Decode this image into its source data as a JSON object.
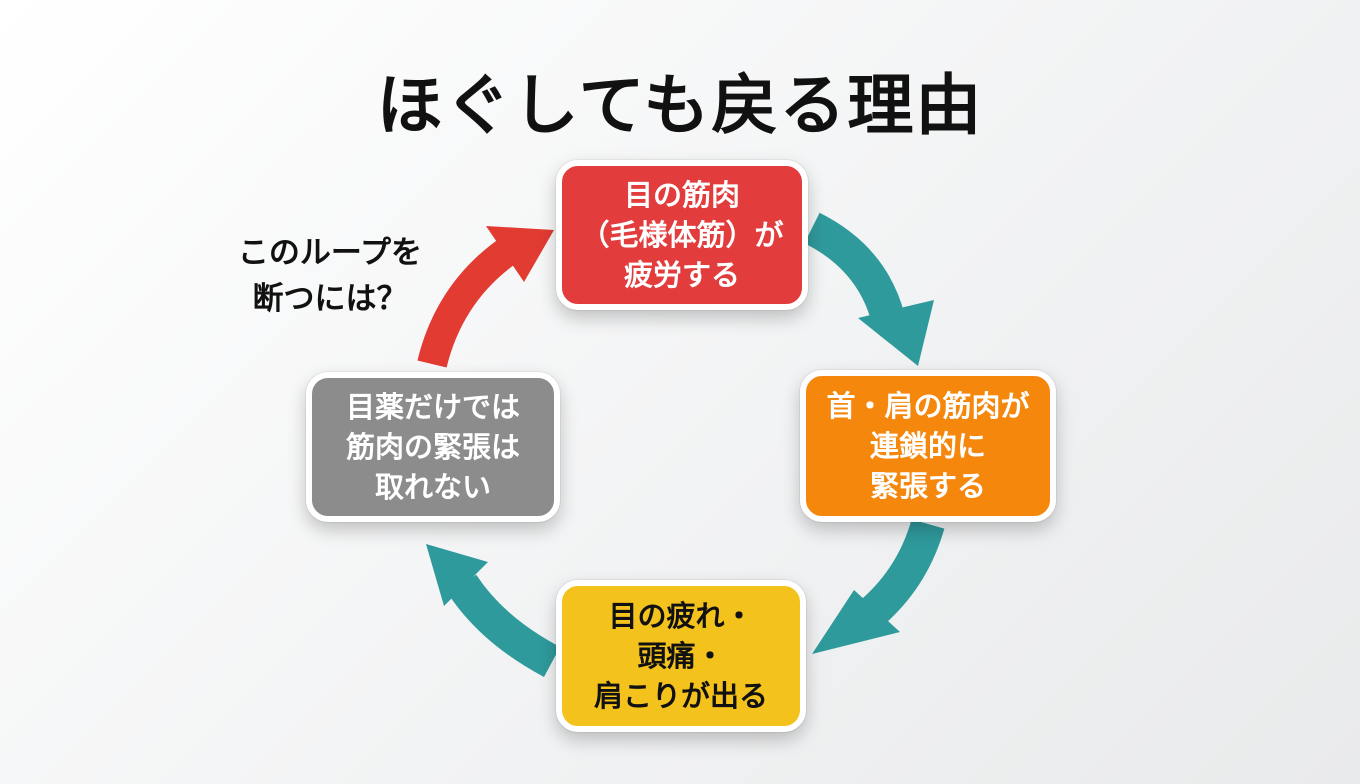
{
  "title": "ほぐしても戻る理由",
  "question": {
    "line1": "このループを",
    "line2": "断つには？"
  },
  "boxes": {
    "top": {
      "lines": [
        "目の筋肉",
        "（毛様体筋）が",
        "疲労する"
      ],
      "color": "#e23c3c"
    },
    "right": {
      "lines": [
        "首・肩の筋肉が",
        "連鎖的に",
        "緊張する"
      ],
      "color": "#f5870d"
    },
    "bottom": {
      "lines": [
        "目の疲れ・",
        "頭痛・",
        "肩こりが出る"
      ],
      "color": "#f4c21d"
    },
    "left": {
      "lines": [
        "目薬だけでは",
        "筋肉の緊張は",
        "取れない"
      ],
      "color": "#8c8c8c"
    }
  },
  "arrow_colors": {
    "cycle": "#2f9a9c",
    "break": "#e23b32"
  }
}
